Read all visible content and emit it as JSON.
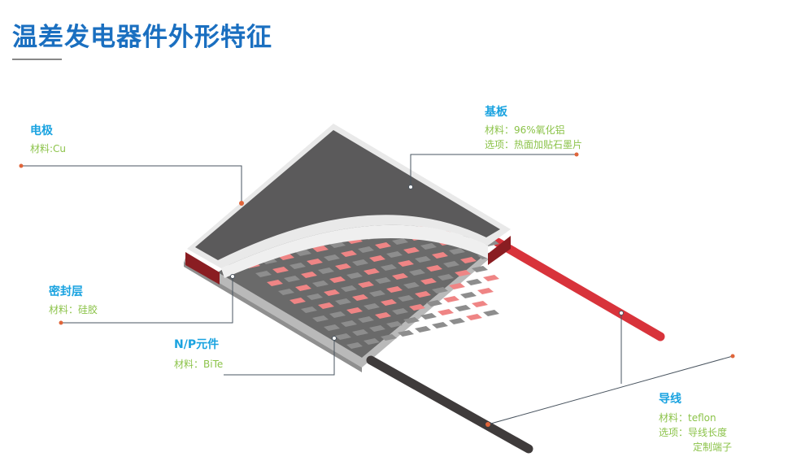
{
  "title": "温差发电器件外形特征",
  "callouts": {
    "electrode": {
      "name": "电极",
      "material": "材料:Cu"
    },
    "substrate": {
      "name": "基板",
      "material": "材料：96%氧化铝",
      "option": "选项：热面加贴石墨片"
    },
    "seal": {
      "name": "密封层",
      "material": "材料：硅胶"
    },
    "np": {
      "name": "N/P元件",
      "material": "材料：BiTe"
    },
    "wire": {
      "name": "导线",
      "material": "材料：teflon",
      "option": "选项：导线长度",
      "option2": "定制端子"
    }
  },
  "colors": {
    "title": "#1a6fc0",
    "label": "#1aa3e0",
    "detail": "#8cc34a",
    "dot": "#e0653a",
    "plate": "#5b5a5b",
    "tile": "#ef8585",
    "red_wire": "#d8333b",
    "black_wire": "#3f3b3b"
  }
}
